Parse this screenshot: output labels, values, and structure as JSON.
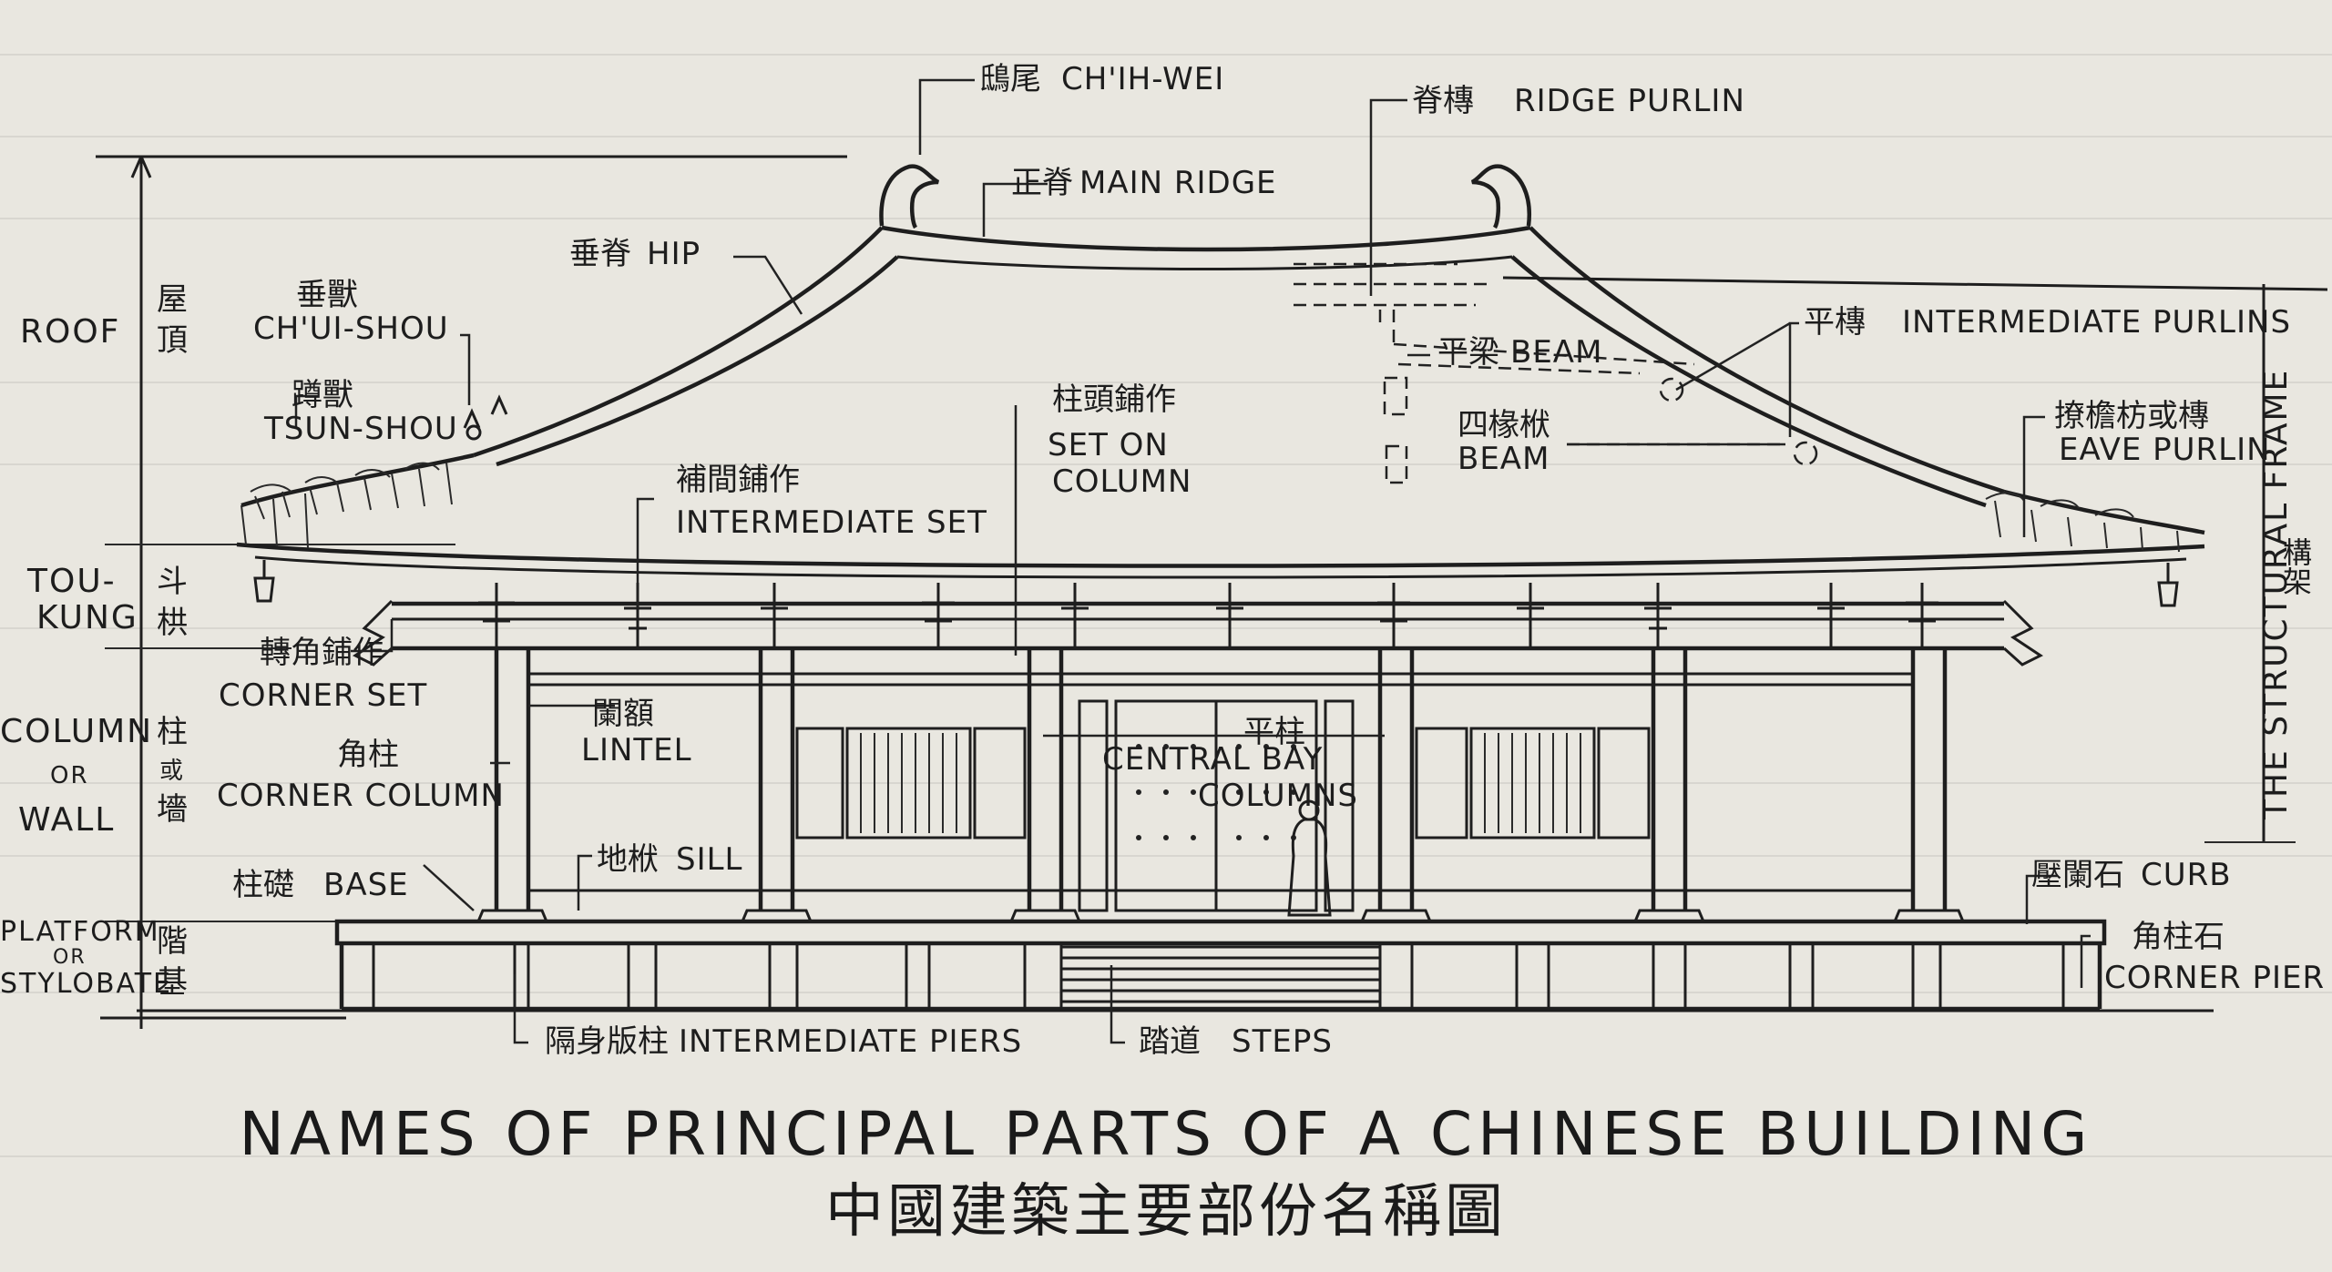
{
  "title": "NAMES OF PRINCIPAL PARTS OF A CHINESE BUILDING",
  "subtitle": "中國建築主要部份名稱圖",
  "side_labels": [
    {
      "id": "roof",
      "en": [
        "ROOF"
      ],
      "cn": [
        "屋",
        "頂"
      ]
    },
    {
      "id": "tou-kung",
      "en": [
        "TOU-",
        "KUNG"
      ],
      "cn": [
        "斗",
        "栱"
      ]
    },
    {
      "id": "column-wall",
      "en": [
        "COLUMN",
        "OR",
        "WALL"
      ],
      "cn": [
        "柱",
        "或",
        "墻"
      ]
    },
    {
      "id": "platform",
      "en": [
        "PLATFORM",
        "OR",
        "STYLOBATE"
      ],
      "cn": [
        "階",
        "基"
      ]
    }
  ],
  "structural_frame": {
    "en": "THE STRUCTURAL FRAME",
    "cn": "構架"
  },
  "parts": {
    "chih_wei": {
      "cn": "鴟尾",
      "en": "CH'IH-WEI"
    },
    "main_ridge": {
      "cn": "正脊",
      "en": "MAIN RIDGE"
    },
    "ridge_purlin": {
      "cn": "脊槫",
      "en": "RIDGE PURLIN"
    },
    "hip": {
      "cn": "垂脊",
      "en": "HIP"
    },
    "chui_shou": {
      "cn": "垂獸",
      "en": "CH'UI-SHOU"
    },
    "tsun_shou": {
      "cn": "蹲獸",
      "en": "TSUN-SHOU"
    },
    "beam": {
      "cn": "平梁",
      "en": "BEAM"
    },
    "four_rafter_beam": {
      "cn": "四椽栿",
      "en": "BEAM"
    },
    "intermediate_purlins": {
      "cn": "平槫",
      "en": "INTERMEDIATE PURLINS"
    },
    "eave_purlin": {
      "cn": "撩檐枋或槫",
      "en": "EAVE PURLIN"
    },
    "set_on_column": {
      "cn": "柱頭鋪作",
      "en": [
        "SET ON",
        "COLUMN"
      ]
    },
    "intermediate_set": {
      "cn": "補間鋪作",
      "en": "INTERMEDIATE SET"
    },
    "corner_set": {
      "cn": "轉角鋪作",
      "en": "CORNER SET"
    },
    "lintel": {
      "cn": "闌額",
      "en": "LINTEL"
    },
    "corner_column": {
      "cn": "角柱",
      "en": "CORNER COLUMN"
    },
    "central_bay": {
      "cn": "平柱",
      "en": [
        "CENTRAL BAY",
        "COLUMNS"
      ]
    },
    "sill": {
      "cn": "地栿",
      "en": "SILL"
    },
    "base": {
      "cn": "柱礎",
      "en": "BASE"
    },
    "curb": {
      "cn": "壓闌石",
      "en": "CURB"
    },
    "corner_pier": {
      "cn": "角柱石",
      "en": "CORNER PIER"
    },
    "intermediate_piers": {
      "cn": "隔身版柱",
      "en": "INTERMEDIATE PIERS"
    },
    "steps": {
      "cn": "踏道",
      "en": "STEPS"
    }
  }
}
